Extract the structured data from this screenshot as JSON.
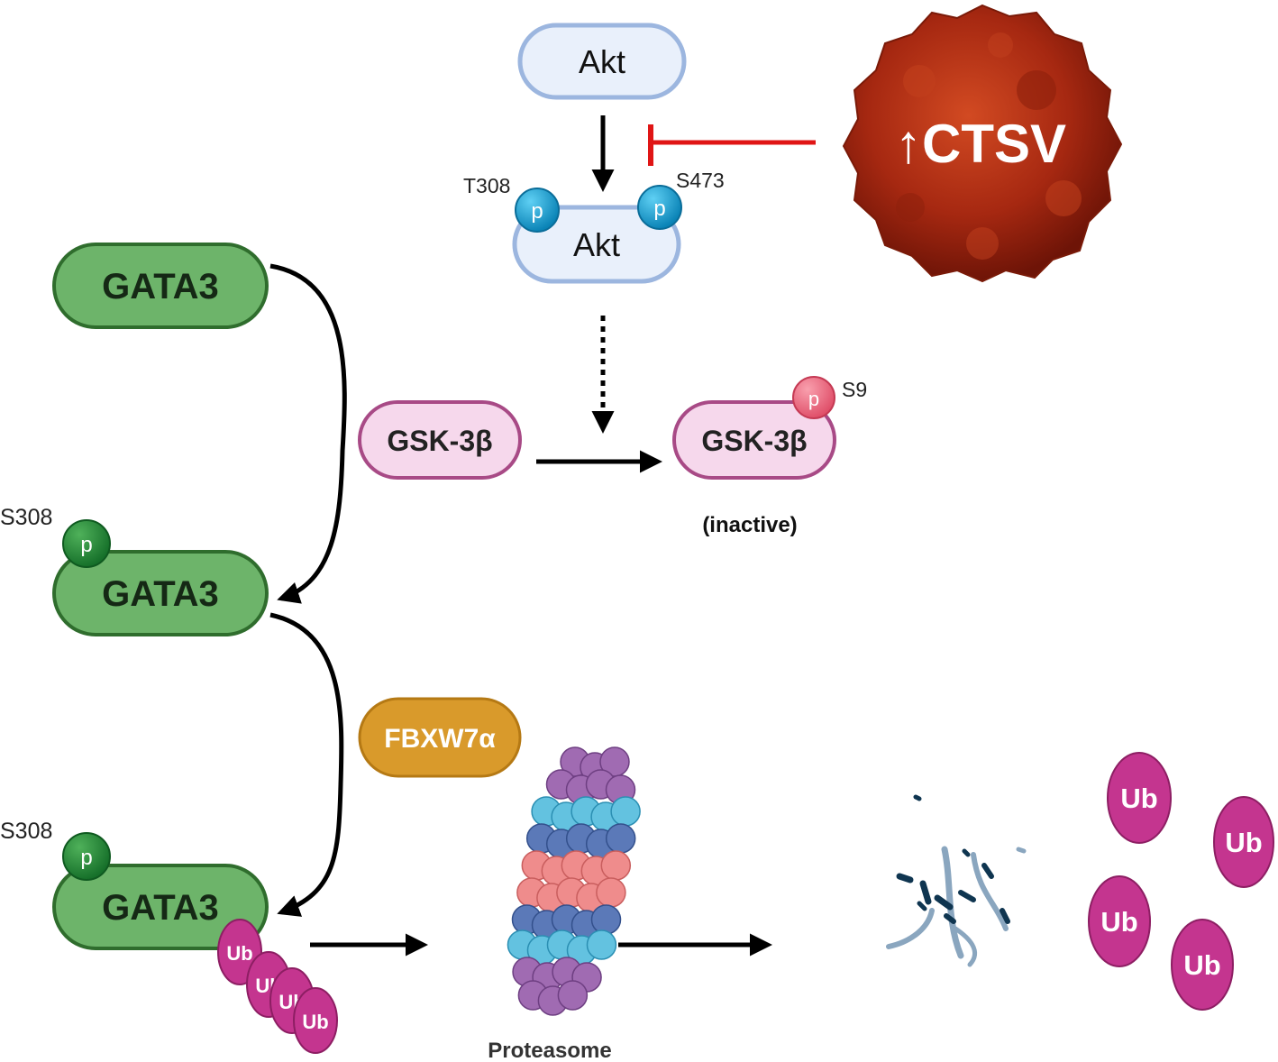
{
  "akt": {
    "top_label": "Akt",
    "bottom_label": "Akt",
    "site_left": "T308",
    "site_right": "S473",
    "phospho": "p"
  },
  "ctsv": {
    "label": "↑CTSV"
  },
  "gsk": {
    "left_label": "GSK-3β",
    "right_label": "GSK-3β",
    "site": "S9",
    "phospho": "p",
    "state": "(inactive)"
  },
  "gata3": {
    "top_label": "GATA3",
    "mid_label": "GATA3",
    "mid_site": "S308",
    "mid_phospho": "p",
    "bottom_label": "GATA3",
    "bottom_site": "S308",
    "bottom_phospho": "p"
  },
  "fbxw7": {
    "label": "FBXW7α"
  },
  "proteasome": {
    "label": "Proteasome"
  },
  "ubiquitin": {
    "label": "Ub",
    "chain_labels": [
      "Ub",
      "Ub",
      "Ub",
      "Ub"
    ],
    "free_labels": [
      "Ub",
      "Ub",
      "Ub",
      "Ub"
    ]
  },
  "colors": {
    "inhibition": "#e01515",
    "gata_fill": "#6db46a",
    "gata_stroke": "#2f6d2d",
    "gsk_fill": "#f6d8ec",
    "gsk_stroke": "#a84a86",
    "akt_fill": "#e9f0fb",
    "akt_stroke": "#9cb6df",
    "fbxw7_fill": "#d99a2b",
    "ub_fill": "#c4358f",
    "cell_fill": "#a92a12"
  }
}
